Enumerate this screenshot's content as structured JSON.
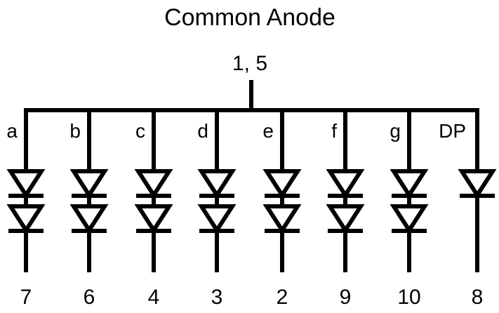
{
  "title": "Common Anode",
  "common_pin_label": "1, 5",
  "channels": [
    {
      "segment": "a",
      "pin": "7",
      "diodes": 2
    },
    {
      "segment": "b",
      "pin": "6",
      "diodes": 2
    },
    {
      "segment": "c",
      "pin": "4",
      "diodes": 2
    },
    {
      "segment": "d",
      "pin": "3",
      "diodes": 2
    },
    {
      "segment": "e",
      "pin": "2",
      "diodes": 2
    },
    {
      "segment": "f",
      "pin": "9",
      "diodes": 2
    },
    {
      "segment": "g",
      "pin": "10",
      "diodes": 2
    },
    {
      "segment": "DP",
      "pin": "8",
      "diodes": 1
    }
  ]
}
